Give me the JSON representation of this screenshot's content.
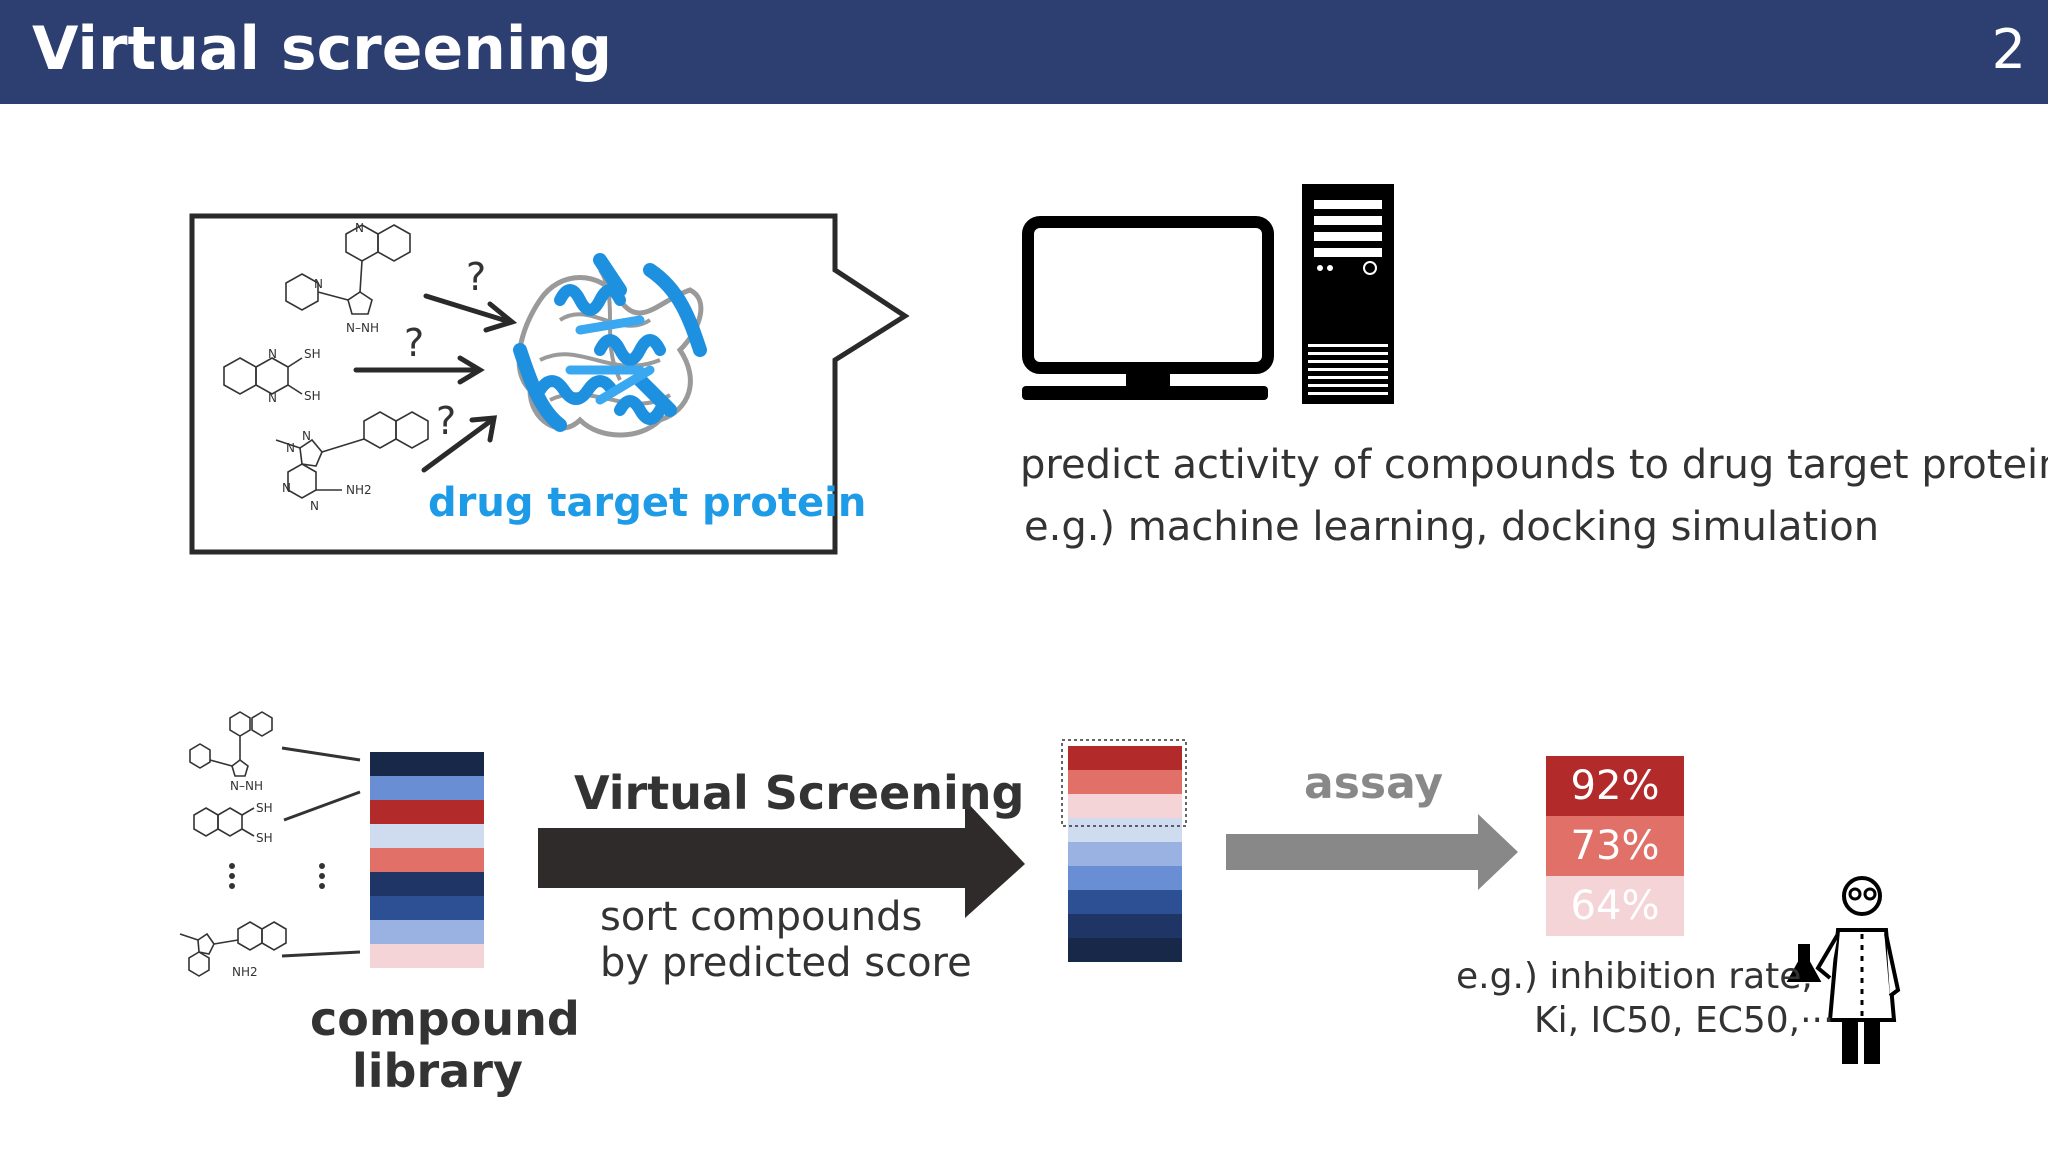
{
  "header": {
    "title": "Virtual screening",
    "page_number": "2"
  },
  "top": {
    "question_mark": "?",
    "drug_target_label": "drug target protein",
    "predict_line1": "predict activity of compounds to drug target protein",
    "predict_line2": "e.g.) machine learning, docking simulation"
  },
  "bottom": {
    "library_line1": "compound",
    "library_line2": "library",
    "vs_label": "Virtual Screening",
    "sort_line1": "sort compounds",
    "sort_line2": "by predicted score",
    "assay_label": "assay",
    "results": [
      {
        "value": "92%",
        "color": "#b22a2a"
      },
      {
        "value": "73%",
        "color": "#e07068"
      },
      {
        "value": "64%",
        "color": "#f4d4d6"
      }
    ],
    "eg_line1": "e.g.) inhibition rate,",
    "eg_line2": "Ki,  IC50, EC50,···"
  },
  "colors": {
    "header_bg": "#2d3e70",
    "accent_blue": "#1e9be6",
    "library_stripes": [
      "#182848",
      "#6a8ed4",
      "#b22a2a",
      "#cfdcf0",
      "#e07068",
      "#1e3566",
      "#2d4f93",
      "#9ab2e2",
      "#f4d4d6"
    ],
    "sorted_stripes": [
      "#b22a2a",
      "#e07068",
      "#f4d4d6",
      "#cfdcf0",
      "#9ab2e2",
      "#6a8ed4",
      "#2d4f93",
      "#1e3566",
      "#182848"
    ]
  }
}
